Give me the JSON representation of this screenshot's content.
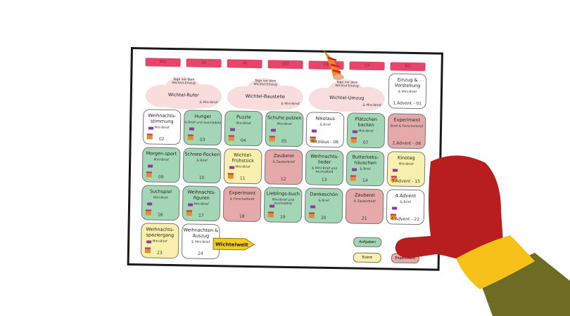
{
  "weekdays": [
    "MO",
    "DI",
    "MI",
    "DO",
    "FR",
    "SA",
    "SO"
  ],
  "clouds": [
    {
      "pre": "Tage vor dem Wichtel-Einzug",
      "title": "Wichtel-Rufer",
      "sub": "& Mini-Brief"
    },
    {
      "pre": "Tage vor dem Wichtel-Einzug",
      "title": "Wichtel-Baustelle",
      "sub": "& Mini-Brief"
    },
    {
      "pre": "Tage vor dem Wichtel-Einzug",
      "title": "Wichtel-Umzug",
      "sub": "& Mini-Brief"
    }
  ],
  "colors": {
    "green": "#a3d6b4",
    "pink": "#e4a9a8",
    "yellow": "#f8f0ac",
    "white": "#ffffff",
    "header": "#e8456a",
    "mitten": "#b81e1e",
    "cuff": "#f6c21a",
    "sleeve": "#6e6b24"
  },
  "days": [
    {
      "row": 0,
      "col": 6,
      "title": "Einzug & Vorstellung",
      "sub": "& Mini-Brief",
      "num": "1.Advent - 01",
      "color": "white",
      "gift": false
    },
    {
      "row": 1,
      "col": 0,
      "title": "Weihnachts-stimmung",
      "sub": "Mini-Brief",
      "num": "02",
      "color": "white",
      "gift": true
    },
    {
      "row": 1,
      "col": 1,
      "title": "Hunger",
      "sub": "& Brief und Ausmalbild",
      "num": "03",
      "color": "green",
      "gift": true
    },
    {
      "row": 1,
      "col": 2,
      "title": "Puzzle",
      "sub": "Mini-Brief",
      "num": "04",
      "color": "green",
      "gift": true
    },
    {
      "row": 1,
      "col": 3,
      "title": "Schuhe putzen",
      "sub": "Mini-Brief",
      "num": "05",
      "color": "green",
      "gift": true
    },
    {
      "row": 1,
      "col": 4,
      "title": "Nikolaus",
      "sub": "& Brief",
      "num": "Nikolaus - 06",
      "color": "white",
      "gift": true
    },
    {
      "row": 1,
      "col": 5,
      "title": "Plätzchen backen",
      "sub": "Mini-Brief",
      "num": "07",
      "color": "green",
      "gift": true
    },
    {
      "row": 1,
      "col": 6,
      "title": "Experiment",
      "sub": "Brief & Forscherbrief",
      "num": "2.Advent - 08",
      "color": "pink",
      "gift": false
    },
    {
      "row": 2,
      "col": 0,
      "title": "Morgen-sport",
      "sub": "Mini-Brief",
      "num": "09",
      "color": "green",
      "gift": true
    },
    {
      "row": 2,
      "col": 1,
      "title": "Schnee-flocken",
      "sub": "& Brief",
      "num": "10",
      "color": "green",
      "gift": false
    },
    {
      "row": 2,
      "col": 2,
      "title": "Wichtel-Frühstück",
      "sub": "Mini-Brief",
      "num": "11",
      "color": "yellow",
      "gift": true
    },
    {
      "row": 2,
      "col": 3,
      "title": "Zauberei",
      "sub": "& Zauberbrief",
      "num": "12",
      "color": "pink",
      "gift": false
    },
    {
      "row": 2,
      "col": 4,
      "title": "Weihnachts-lieder",
      "sub": "& Mini-Brief und Ausmalbild",
      "num": "13",
      "color": "green",
      "gift": false
    },
    {
      "row": 2,
      "col": 5,
      "title": "Butterkeks-häuschen",
      "sub": "& Brief",
      "num": "14",
      "color": "green",
      "gift": true
    },
    {
      "row": 2,
      "col": 6,
      "title": "Kinotag",
      "sub": "Mini-Brief",
      "num": "3.Advent - 15",
      "color": "yellow",
      "gift": true
    },
    {
      "row": 3,
      "col": 0,
      "title": "Suchspiel",
      "sub": "Mini-Brief",
      "num": "16",
      "color": "green",
      "gift": true
    },
    {
      "row": 3,
      "col": 1,
      "title": "Weihnachts-figuren",
      "sub": "Mini-Brief",
      "num": "17",
      "color": "green",
      "gift": true
    },
    {
      "row": 3,
      "col": 2,
      "title": "Experiment",
      "sub": "& Forscherbrief",
      "num": "18",
      "color": "pink",
      "gift": false
    },
    {
      "row": 3,
      "col": 3,
      "title": "Lieblings-buch",
      "sub": "Mini-Brief und Ausmalbild",
      "num": "19",
      "color": "green",
      "gift": true
    },
    {
      "row": 3,
      "col": 4,
      "title": "Dankeschön",
      "sub": "& Brief",
      "num": "20",
      "color": "green",
      "gift": true
    },
    {
      "row": 3,
      "col": 5,
      "title": "Zauberei",
      "sub": "& Zauberbrief",
      "num": "21",
      "color": "pink",
      "gift": false
    },
    {
      "row": 3,
      "col": 6,
      "title": "4.Advent",
      "sub": "& Brief",
      "num": "4.Advent - 22",
      "color": "white",
      "gift": true
    },
    {
      "row": 4,
      "col": 0,
      "title": "Weihnachts-spaziergang",
      "sub": "Mini-Brief",
      "num": "23",
      "color": "yellow",
      "gift": true
    },
    {
      "row": 4,
      "col": 1,
      "title": "Weihnachten & Auszug",
      "sub": "& Mini-Brief",
      "num": "24",
      "color": "white",
      "gift": false
    }
  ],
  "wichtelwelt": "Wichtelwelt",
  "legend": [
    {
      "label": "Aufgaben",
      "color": "green"
    },
    {
      "label": "Event",
      "color": "yellow"
    },
    {
      "label": "Experiment",
      "color": "pink"
    }
  ]
}
